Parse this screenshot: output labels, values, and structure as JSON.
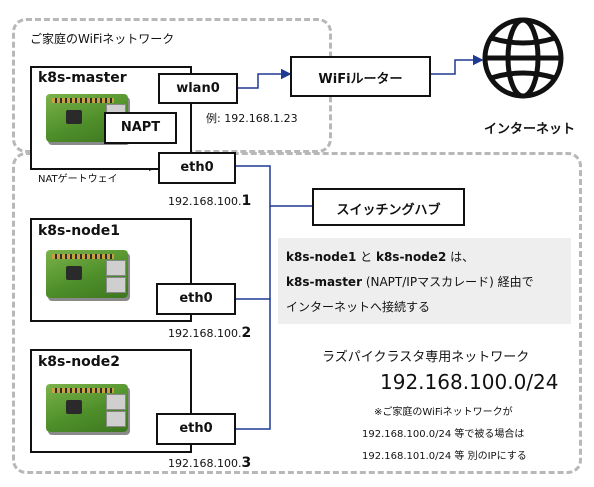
{
  "home_network_label": "ご家庭のWiFiネットワーク",
  "master": {
    "title": "k8s-master",
    "wlan": "wlan0",
    "napt": "NAPT",
    "eth": "eth0",
    "nat_label": "NATゲートウェイ",
    "wlan_ip_example": "例: 192.168.1.23",
    "ip_prefix": "192.168.100.",
    "ip_suffix": "1"
  },
  "router": "WiFiルーター",
  "internet": "インターネット",
  "switch": "スイッチングハブ",
  "node1": {
    "title": "k8s-node1",
    "eth": "eth0",
    "ip_prefix": "192.168.100.",
    "ip_suffix": "2"
  },
  "node2": {
    "title": "k8s-node2",
    "eth": "eth0",
    "ip_prefix": "192.168.100.",
    "ip_suffix": "3"
  },
  "note": {
    "line1_a": "k8s-node1",
    "line1_b": " と ",
    "line1_c": "k8s-node2",
    "line1_d": " は、",
    "line2_a": "k8s-master",
    "line2_b": " (NAPT/IPマスカレード) 経由で",
    "line3": "インターネットへ接続する"
  },
  "cluster": {
    "title": "ラズパイクラスタ専用ネットワーク",
    "subnet": "192.168.100.0/24",
    "remark1": "※ご家庭のWiFiネットワークが",
    "remark2": "192.168.100.0/24 等で被る場合は",
    "remark3": "192.168.101.0/24 等 別のIPにする"
  },
  "colors": {
    "arrow": "#1f3a93",
    "dash": "#b8b8b8",
    "note_bg": "#eeeeee"
  }
}
